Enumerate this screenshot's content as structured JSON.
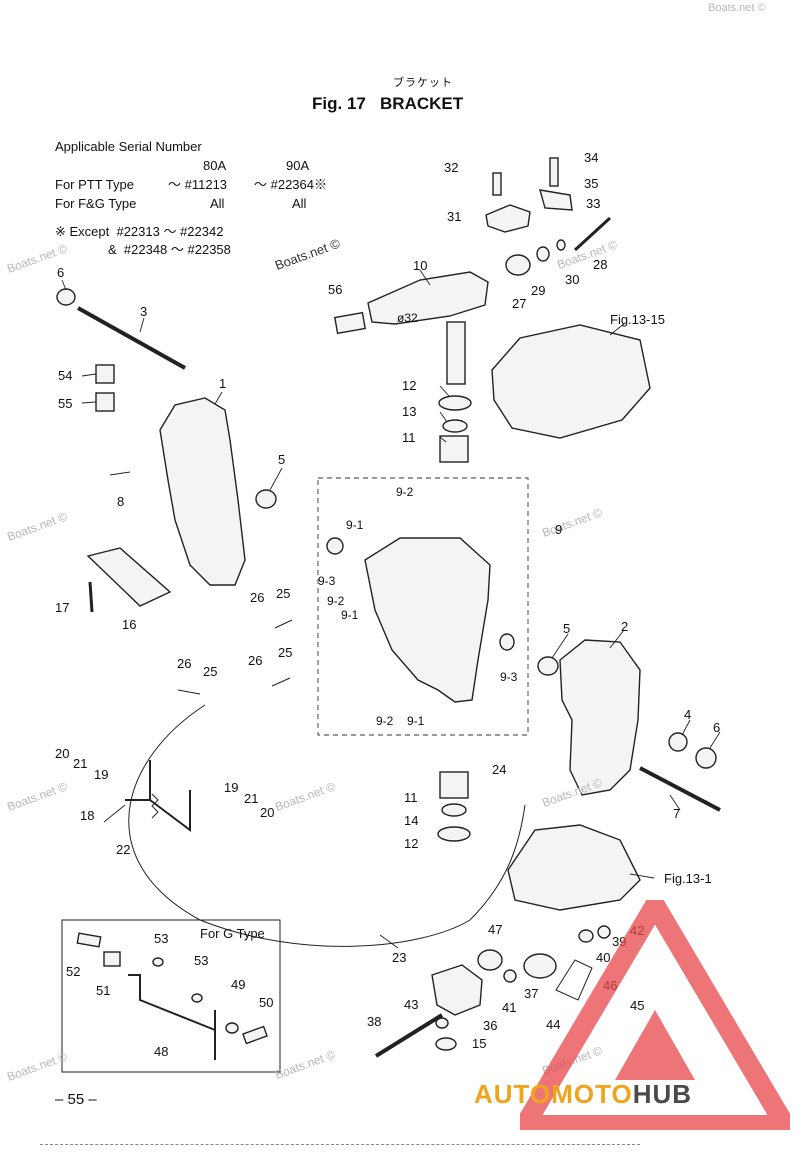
{
  "header": {
    "japanese_title": "ブラケット",
    "title": "Fig. 17   BRACKET"
  },
  "serial_info": {
    "heading": "Applicable Serial Number",
    "col_80a": "80A",
    "col_90a": "90A",
    "ptt_label": "For PTT Type",
    "ptt_80a": "～ #11213",
    "ptt_90a": "～ #22364※",
    "fg_label": "For F&G Type",
    "fg_80a": "All",
    "fg_90a": "All",
    "except_line1": "※ Except  #22313 ～ #22342",
    "except_line2": "&  #22348 ～ #22358"
  },
  "watermark": "Boats.net ©",
  "references": {
    "fig_13_15": "Fig.13-15",
    "fig_13_1": "Fig.13-1",
    "diameter": "ø32",
    "g_type_box": "For G Type"
  },
  "callouts": {
    "c32": "32",
    "c34": "34",
    "c35": "35",
    "c33": "33",
    "c31": "31",
    "c28": "28",
    "c30": "30",
    "c29": "29",
    "c27": "27",
    "c10": "10",
    "c56": "56",
    "c6a": "6",
    "c3": "3",
    "c54": "54",
    "c55": "55",
    "c1": "1",
    "c12a": "12",
    "c13": "13",
    "c11a": "11",
    "c5a": "5",
    "c8": "8",
    "c9_2a": "9-2",
    "c9_1a": "9-1",
    "c9": "9",
    "c9_3a": "9-3",
    "c9_2b": "9-2",
    "c9_1b": "9-1",
    "c26a": "26",
    "c25a": "25",
    "c17": "17",
    "c16": "16",
    "c5b": "5",
    "c2": "2",
    "c26b": "26",
    "c25b": "25",
    "c26c": "26",
    "c25c": "25",
    "c9_3b": "9-3",
    "c9_2c": "9-2",
    "c9_1c": "9-1",
    "c4": "4",
    "c6b": "6",
    "c20a": "20",
    "c21a": "21",
    "c19a": "19",
    "c18": "18",
    "c24": "24",
    "c11b": "11",
    "c7": "7",
    "c19b": "19",
    "c21b": "21",
    "c20b": "20",
    "c14": "14",
    "c12b": "12",
    "c22": "22",
    "c23": "23",
    "c53a": "53",
    "c52": "52",
    "c51": "51",
    "c53b": "53",
    "c49": "49",
    "c50": "50",
    "c48": "48",
    "c47": "47",
    "c42": "42",
    "c39": "39",
    "c40": "40",
    "c46": "46",
    "c37": "37",
    "c41": "41",
    "c43": "43",
    "c38": "38",
    "c36": "36",
    "c44": "44",
    "c45": "45",
    "c15": "15"
  },
  "page_number": "– 55 –",
  "logo": {
    "part1": "AUTO",
    "part2": "MOTO",
    "part3": "HUB",
    "color_orange": "#f0a31c",
    "color_dark": "#4a4a4a",
    "color_red": "#e8474a"
  }
}
